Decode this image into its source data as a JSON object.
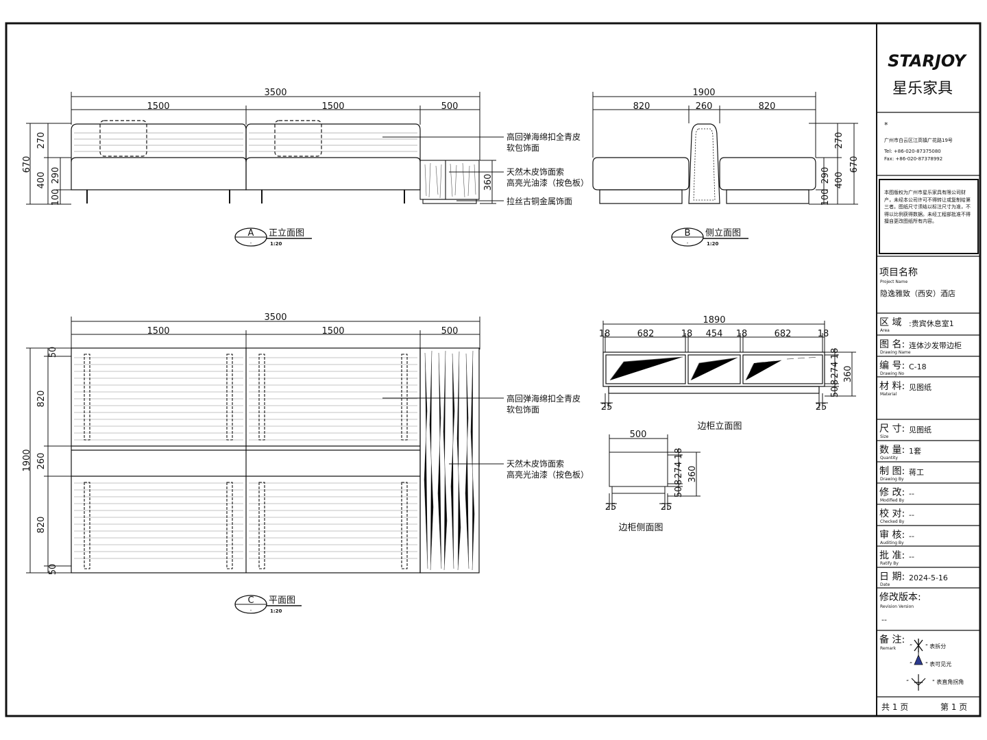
{
  "front_view": {
    "dims": {
      "total": "3500",
      "seg1": "1500",
      "seg2": "1500",
      "seg3": "500",
      "h_total": "670",
      "h_back": "270",
      "h_seat": "400",
      "h_290": "290",
      "h_100": "100",
      "h_360": "360"
    },
    "notes": [
      "高回弹海绵扣全青皮",
      "软包饰面",
      "天然木皮饰面索",
      "高亮光油漆（按色板）",
      "拉丝古铜金属饰面"
    ],
    "label_letter": "A",
    "label_text": "正立面图",
    "scale": "1:20",
    "label_dash": "-"
  },
  "side_view": {
    "dims": {
      "total": "1900",
      "a": "820",
      "b": "260",
      "c": "820",
      "h_total": "670",
      "h_back": "270",
      "h_seat": "400",
      "h_290": "290",
      "h_100": "100"
    },
    "label_letter": "B",
    "label_text": "侧立面图",
    "scale": "1:20",
    "label_dash": "-"
  },
  "plan_view": {
    "dims": {
      "total": "3500",
      "seg1": "1500",
      "seg2": "1500",
      "seg3": "500",
      "h_total": "1900",
      "h_50a": "50",
      "h_820a": "820",
      "h_260": "260",
      "h_820b": "820",
      "h_50b": "50"
    },
    "notes": [
      "高回弹海绵扣全青皮",
      "软包饰面",
      "天然木皮饰面索",
      "高亮光油漆（按色板）"
    ],
    "label_letter": "C",
    "label_text": "平面图",
    "scale": "1:20",
    "label_dash": "-"
  },
  "cabinet_front": {
    "dims": {
      "total": "1890",
      "t1": "18",
      "w1": "682",
      "t2": "18",
      "w2": "454",
      "t3": "18",
      "w3": "682",
      "t4": "18",
      "h_360": "360",
      "h_18": "18",
      "h_274": "274",
      "h_8": "8",
      "h_50": "50",
      "foot_l": "25",
      "foot_r": "25"
    },
    "title": "边柜立面图"
  },
  "cabinet_side": {
    "dims": {
      "total": "500",
      "h_360": "360",
      "h_18": "18",
      "h_274": "274",
      "h_8": "8",
      "h_50": "50",
      "foot_l": "25",
      "foot_r": "25"
    },
    "title": "边柜侧面图"
  },
  "title_block": {
    "logo": "STARJOY",
    "brand": "星乐家具",
    "star": "*",
    "address": "广州市白云区江高镇广花路19号",
    "tel": "Tel: +86-020-87375080",
    "fax": "Fax: +86-020-87378992",
    "copyright": "本图版权为广州市星乐家具有限公司财产，未经本公司许可不得转让或复制给第三者。图纸尺寸须结以标注尺寸为准，不得以比例获得数据。未经工程部批准不得擅自更改图纸所有内容。",
    "project_label": "项目名称",
    "project_en": "Project Name",
    "project_value": "隐逸雅致（西安）酒店",
    "rows": [
      {
        "label": "区 域",
        "en": "Area",
        "value": ":贵宾休息室1"
      },
      {
        "label": "图 名:",
        "en": "Drawing Name",
        "value": "连体沙发带边柜"
      },
      {
        "label": "编 号:",
        "en": "Drawing No",
        "value": "C-18"
      },
      {
        "label": "材 料:",
        "en": "Material",
        "value": "见图纸"
      },
      {
        "label": "尺 寸:",
        "en": "Size",
        "value": "见图纸"
      },
      {
        "label": "数 量:",
        "en": "Quantity",
        "value": "1套"
      },
      {
        "label": "制 图:",
        "en": "Drawing By",
        "value": "蒋工"
      },
      {
        "label": "修 改:",
        "en": "Modified By",
        "value": "--"
      },
      {
        "label": "校 对:",
        "en": "Checked By",
        "value": "--"
      },
      {
        "label": "审 核:",
        "en": "Auditing By",
        "value": "--"
      },
      {
        "label": "批 准:",
        "en": "Ratify By",
        "value": "--"
      },
      {
        "label": "日 期:",
        "en": "Date",
        "value": "2024-5-16"
      }
    ],
    "revision_label": "修改版本:",
    "revision_en": "Revision Version",
    "revision_value": "--",
    "remark_label": "备 注:",
    "remark_en": "Remark",
    "remark_items": [
      "\" 表拆分",
      "\" 表可见光",
      "\" 表直角拐角"
    ],
    "page_total": "共 1 页",
    "page_no": "第 1 页"
  }
}
